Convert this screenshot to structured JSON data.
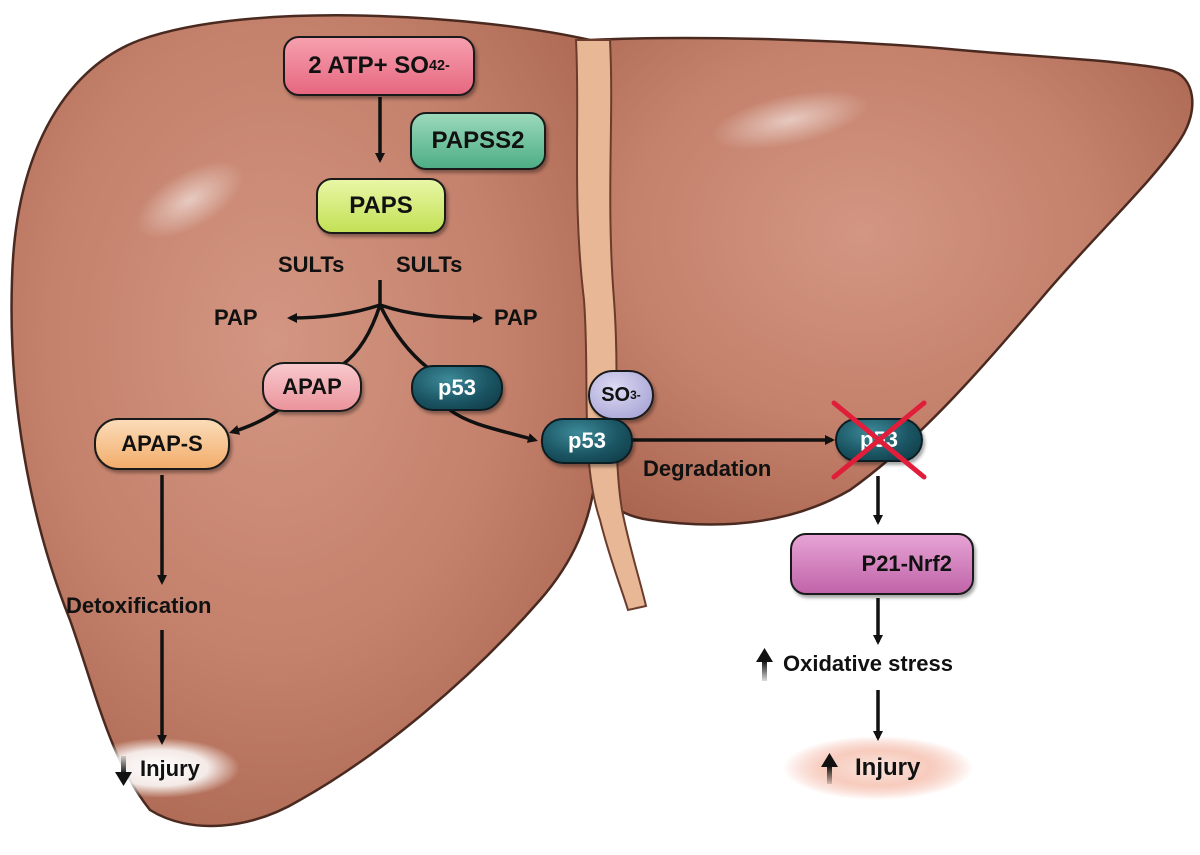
{
  "nodes": {
    "atp": {
      "label": "2 ATP+ SO",
      "sub": "4",
      "sup": "2-",
      "color": "#f07f92"
    },
    "papss2": {
      "label": "PAPSS2",
      "color": "#6cc39c"
    },
    "paps": {
      "label": "PAPS",
      "color": "#d4ec7a"
    },
    "apap": {
      "label": "APAP",
      "color": "#f2aab0"
    },
    "apap_s": {
      "label": "APAP-S",
      "color": "#f7c493"
    },
    "p53_a": {
      "label": "p53"
    },
    "p53_b": {
      "label": "p53"
    },
    "p53_c": {
      "label": "p53"
    },
    "so3": {
      "label": "SO",
      "sub": "3",
      "sup": "-",
      "color": "#b9b6e0"
    },
    "p21": {
      "label": "P21-Nrf2",
      "color": "#cf6fb4"
    }
  },
  "labels": {
    "sults_left": "SULTs",
    "sults_right": "SULTs",
    "pap_left": "PAP",
    "pap_right": "PAP",
    "degradation": "Degradation",
    "detoxification": "Detoxification",
    "injury_left": "Injury",
    "oxidative_stress": "Oxidative stress",
    "injury_right": "Injury"
  },
  "colors": {
    "liver": "#c4816c",
    "liver_outline": "#4a2a20",
    "ligament": "#e8b896",
    "cross": "#e01e3a"
  }
}
